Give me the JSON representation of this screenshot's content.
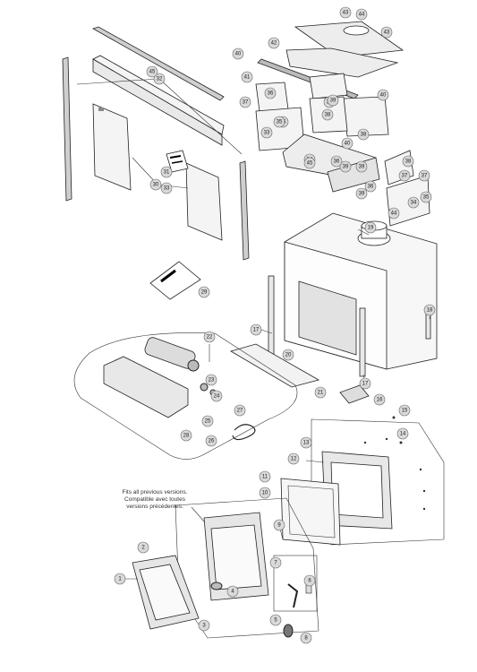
{
  "compat_note": {
    "line1": "Fits all previous versions.",
    "line2": "Compatible avec toutes",
    "line3": "versions précédentes."
  },
  "callouts": [
    "1",
    "2",
    "3",
    "4",
    "5",
    "6",
    "7",
    "8",
    "9",
    "10",
    "11",
    "12",
    "13",
    "14",
    "15",
    "16",
    "17",
    "17",
    "18",
    "19",
    "20",
    "21",
    "22",
    "23",
    "24",
    "25",
    "26",
    "27",
    "28",
    "29",
    "30",
    "31",
    "32",
    "33",
    "34",
    "35",
    "36",
    "37",
    "38",
    "39",
    "40",
    "41",
    "42",
    "43",
    "44",
    "45",
    "35",
    "36",
    "38",
    "39",
    "40",
    "43",
    "44",
    "34",
    "35",
    "36",
    "37",
    "38",
    "39",
    "37",
    "38",
    "39",
    "40",
    "45",
    "33",
    "31"
  ]
}
